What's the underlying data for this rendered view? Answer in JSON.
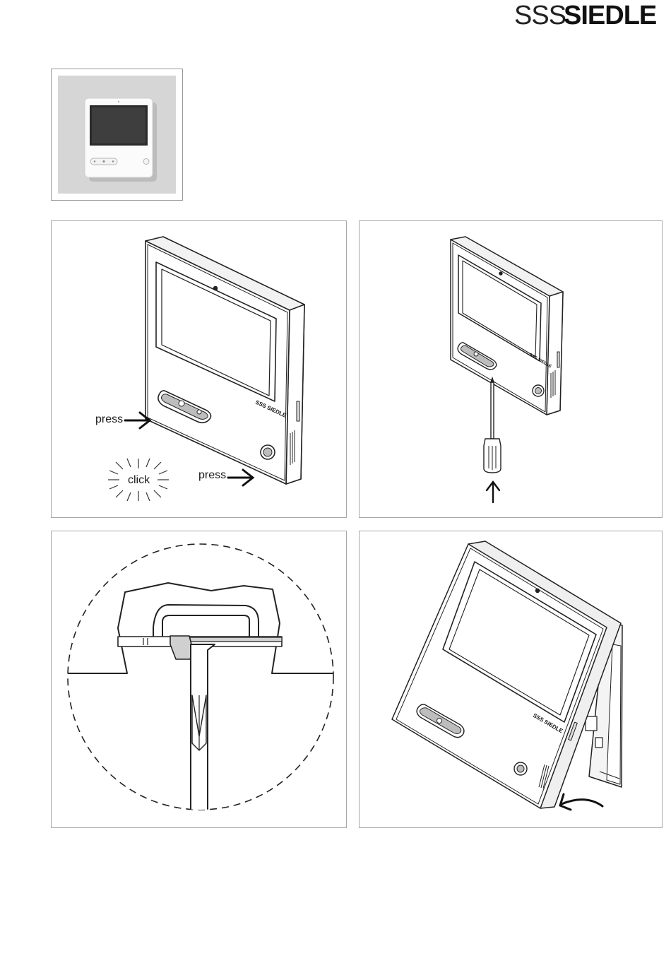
{
  "header": {
    "logo_mark": "SSS",
    "logo_name": "SIEDLE"
  },
  "panel1": {
    "press_label_1": "press",
    "press_label_2": "press",
    "click_label": "click",
    "device_brand": "SSS SIEDLE"
  },
  "panel4": {
    "device_brand": "SSS SIEDLE"
  }
}
